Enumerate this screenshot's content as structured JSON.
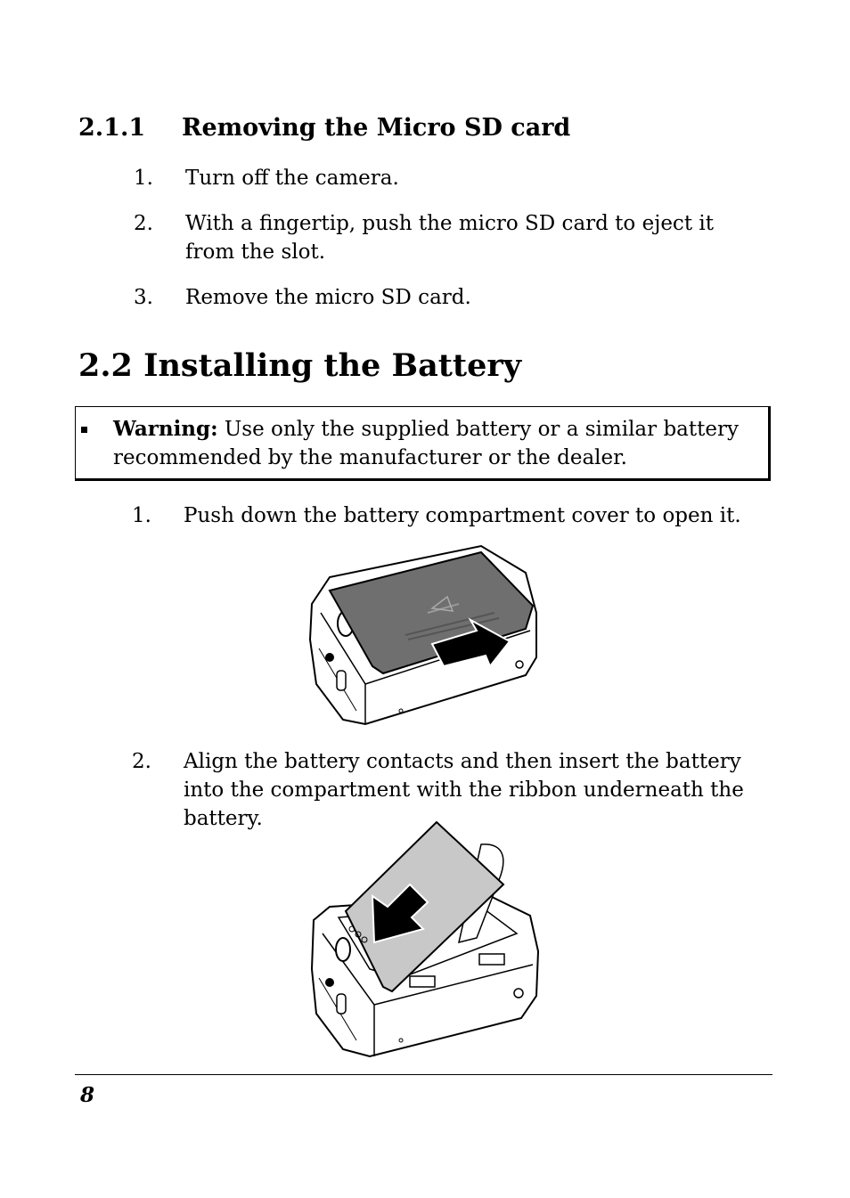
{
  "section_211": {
    "number": "2.1.1",
    "title": "Removing the Micro SD card",
    "steps": [
      {
        "n": "1.",
        "text": "Turn off the camera."
      },
      {
        "n": "2.",
        "text": "With a fingertip, push the micro SD card to eject it from the slot."
      },
      {
        "n": "3.",
        "text": "Remove the micro SD card."
      }
    ]
  },
  "section_22": {
    "title": "2.2 Installing the Battery",
    "warning_label": "Warning:",
    "warning_text": " Use only the supplied battery or a similar battery recommended by the manufacturer or the dealer.",
    "steps": [
      {
        "n": "1.",
        "text": "Push down the battery compartment cover to open it."
      },
      {
        "n": "2.",
        "text": "Align the battery contacts and then insert the battery into the compartment with the ribbon underneath the battery."
      }
    ]
  },
  "page_number": "8"
}
